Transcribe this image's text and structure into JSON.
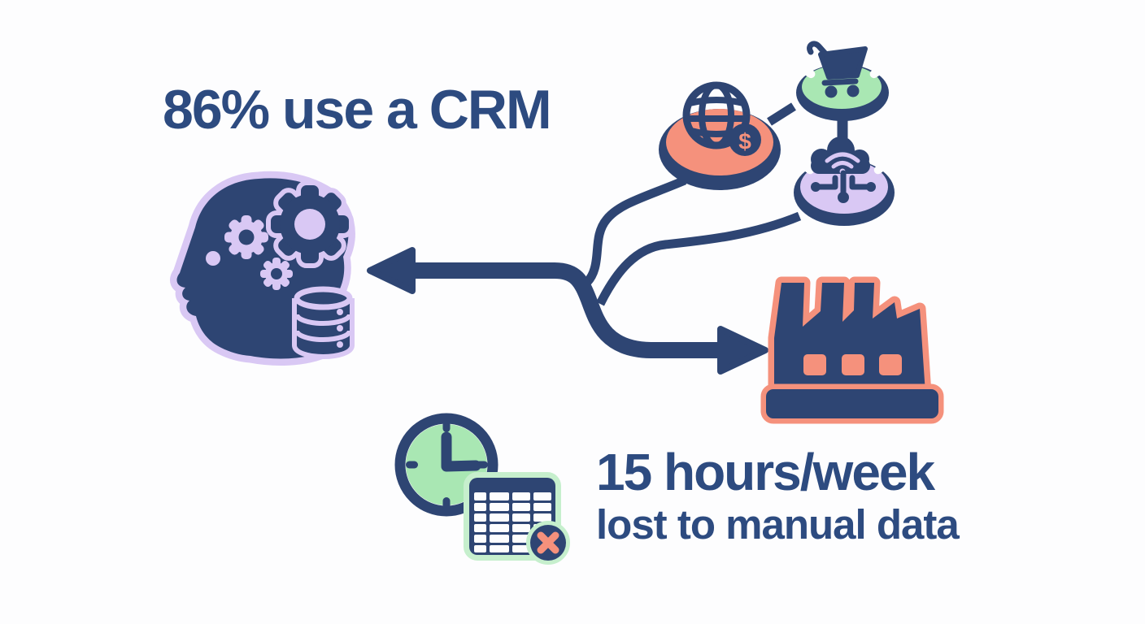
{
  "meta": {
    "description": "CRM statistics infographic",
    "background": "#fdfdfe"
  },
  "colors": {
    "navy": "#2e4573",
    "textnavy": "#2d4b80",
    "coral": "#f5917c",
    "green": "#a9e7b3",
    "greenlight": "#c6efcd",
    "lavender": "#d9c8f4",
    "white": "#fdfdfe"
  },
  "headline": {
    "text": "86% use a CRM"
  },
  "stat": {
    "line1": "15 hours/week",
    "line2": "lost to manual data"
  },
  "badges": {
    "dollar": "$"
  },
  "icons": {
    "head": "head-with-gears-and-database",
    "globe": "globe-with-dollar-badge",
    "cart": "shopping-cart-platform",
    "cloud": "cloud-network-platform",
    "factory": "factory",
    "clock": "clock",
    "spreadsheet": "spreadsheet-with-error"
  }
}
